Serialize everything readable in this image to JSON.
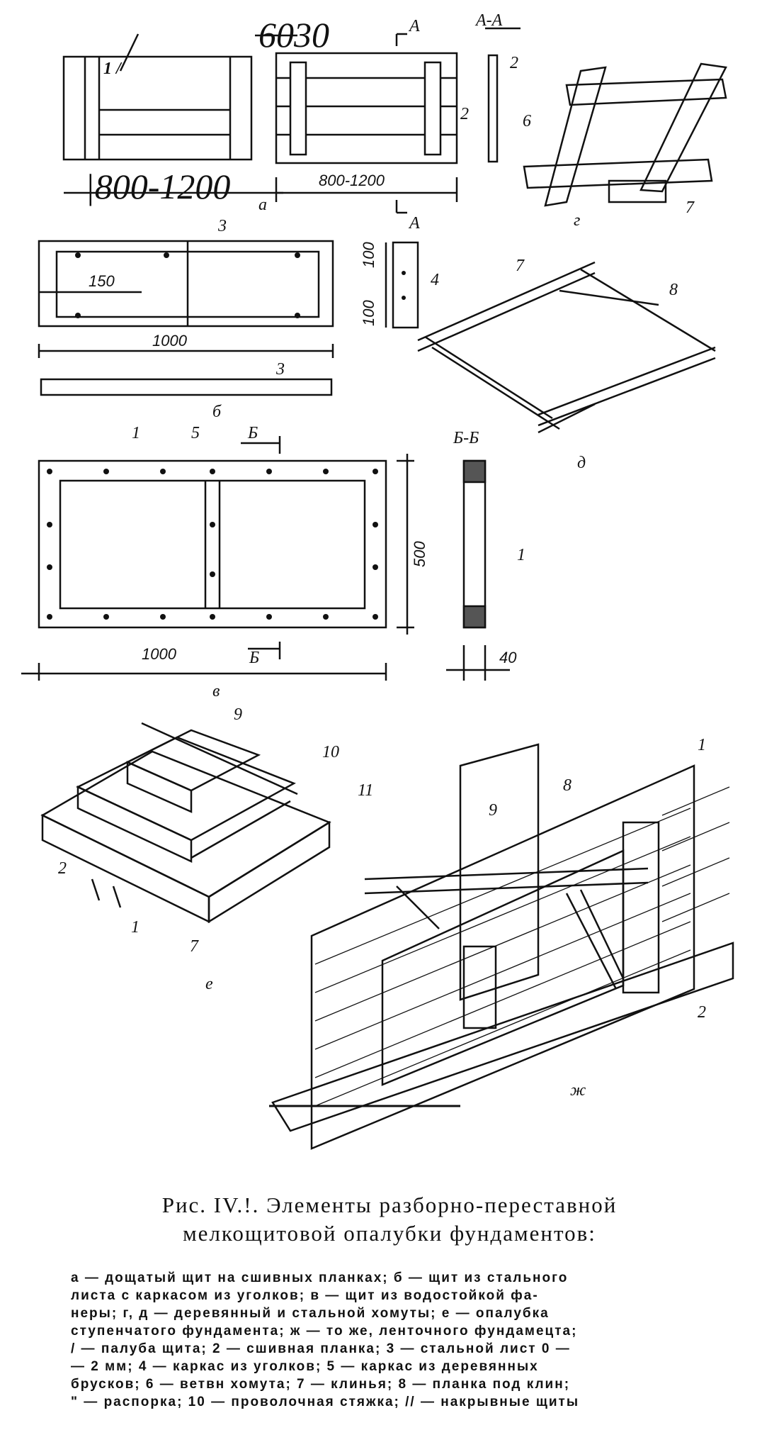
{
  "labels": {
    "a_top": "6030",
    "a_bottom": "|800-1200",
    "a_one": "1 /",
    "a_two": "2",
    "a_dim": "800-1200",
    "a_cut": "А",
    "a_cut2": "А",
    "a_section": "А-А",
    "a_section_two": "2",
    "a_letter": "а",
    "g_six": "6",
    "g_seven": "7",
    "g_letter": "г",
    "b_three": "3",
    "b_150": "150",
    "b_1000": "1000",
    "b_three_bottom": "3",
    "b_letter": "б",
    "b_100a": "100",
    "b_100b": "100",
    "b_four": "4",
    "d_seven": "7",
    "d_eight": "8",
    "d_letter": "д",
    "v_one": "1",
    "v_five": "5",
    "v_cut": "Б",
    "v_cut2": "Б",
    "v_500": "500",
    "v_1000": "1000",
    "v_letter": "в",
    "v_section": "Б-Б",
    "v_section_one": "1",
    "v_40": "40",
    "e_nine": "9",
    "e_ten": "10",
    "e_eleven": "11",
    "e_two": "2",
    "e_one": "1",
    "e_seven": "7",
    "e_letter": "е",
    "zh_one": "1",
    "zh_eight": "8",
    "zh_nine": "9",
    "zh_two": "2",
    "zh_letter": "ж"
  },
  "caption": {
    "line1": "Рис. IV.!. Элементы разборно-переставной",
    "line2": "мелкощитовой опалубки фундаментов:"
  },
  "legend": [
    "а — дощатый щит на сшивных планках; б — щит из стального",
    "листа с каркасом из уголков; в — щит из водостойкой фа-",
    "неры; г, д — деревянный и стальной хомуты; е — опалубка",
    "ступенчатого фундамента; ж — то же, ленточного фундамецта;",
    "/ — палуба щита; 2 — сшивная планка; 3 — стальной лист 0 —",
    "— 2 мм; 4 — каркас из уголков; 5 — каркас из деревянных",
    "брусков; 6 — ветвн хомута; 7 — клинья; 8 — планка под клин;",
    "\" — распорка; 10 — проволочная стяжка; // — накрывные щиты"
  ]
}
